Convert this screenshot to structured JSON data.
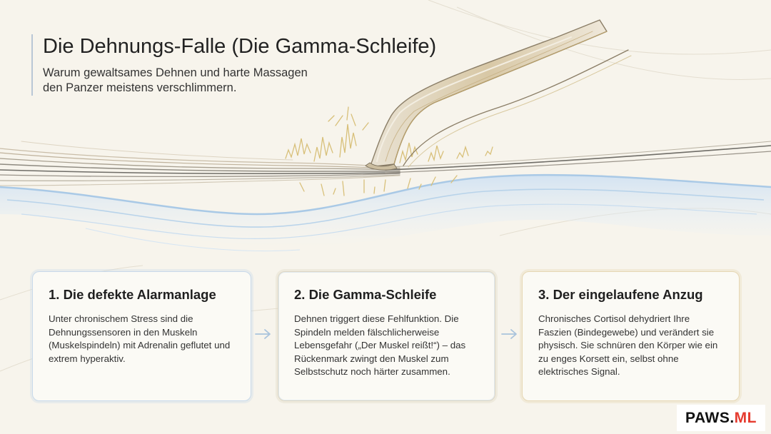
{
  "header": {
    "title": "Die Dehnungs-Falle (Die Gamma-Schleife)",
    "subtitle": "Warum gewaltsames Dehnen und harte Massagen den Panzer meistens verschlimmern."
  },
  "cards": [
    {
      "title": "1. Die defekte Alarmanlage",
      "body": "Unter chronischem Stress sind die Dehnungssensoren in den Muskeln (Muskelspindeln) mit Adrenalin geflutet und extrem hyperaktiv."
    },
    {
      "title": "2. Die Gamma-Schleife",
      "body": "Dehnen triggert diese Fehlfunktion. Die Spindeln melden fälschlicherweise Lebensgefahr („Der Muskel reißt!“) – das Rückenmark zwingt den Muskel zum Selbstschutz noch härter zusammen."
    },
    {
      "title": "3. Der eingelaufene Anzug",
      "body": "Chronisches Cortisol dehydriert Ihre Faszien (Bindegewebe) und verändert sie physisch. Sie schnüren den Körper wie ein zu enges Korsett ein, selbst ohne elektrisches Signal."
    }
  ],
  "brand": {
    "main": "PAWS.",
    "accent": "ML"
  },
  "colors": {
    "background": "#f7f4ec",
    "water_blue": "#a9c9e6",
    "spark_gold": "#d8c07a",
    "card_blue_border": "#c8d9ea",
    "card_gold_border": "#e6d7b4",
    "brand_accent": "#e53b2f"
  }
}
